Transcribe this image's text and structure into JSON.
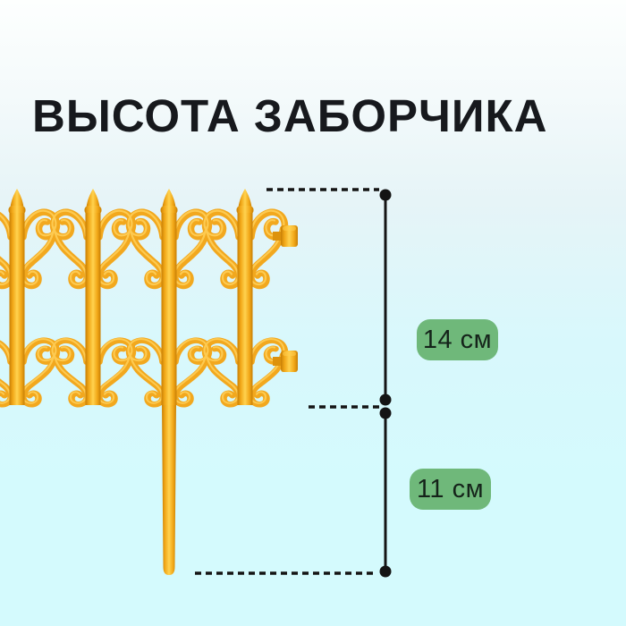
{
  "title": "ВЫСОТА ЗАБОРЧИКА",
  "dimensions": {
    "fence_section": {
      "label": "14 см",
      "value": 14,
      "unit": "см"
    },
    "stake_section": {
      "label": "11 см",
      "value": 11,
      "unit": "см"
    }
  },
  "illustration": {
    "name": "yellow-decorative-garden-fence-icon"
  },
  "colors": {
    "badge_green": "#6fb87a",
    "badge_text": "#15231a",
    "title_text": "#17191d",
    "dimension_line": "#141414",
    "fence_yellow": "#f2a81e",
    "fence_highlight": "#ffd24f",
    "fence_shadow": "#c87f05",
    "background_top": "#fdfffe",
    "background_bottom": "#d4fafd"
  }
}
